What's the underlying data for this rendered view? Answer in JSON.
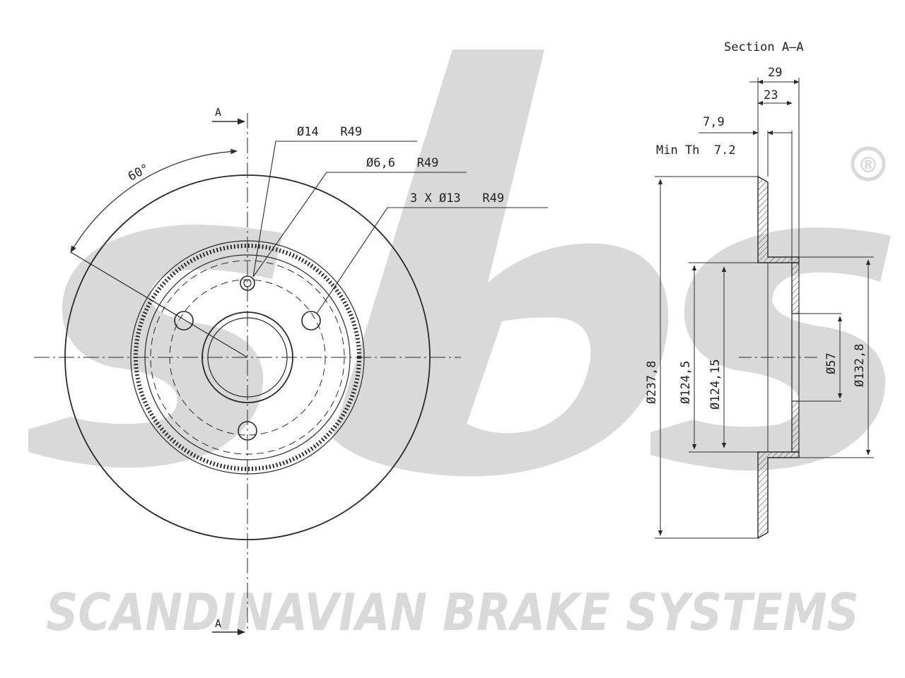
{
  "watermark": {
    "logo_text": "sbs",
    "registered_mark": "®",
    "tagline": "SCANDINAVIAN BRAKE SYSTEMS",
    "color": "#d9d9d9"
  },
  "front_view": {
    "section_marker_top": "A",
    "section_marker_bottom": "A",
    "angle_label": "60°",
    "callouts": {
      "hole_14": "Ø14   R49",
      "hole_6_6": "Ø6,6   R49",
      "holes_13": "3 X Ø13   R49"
    }
  },
  "section_view": {
    "title": "Section A—A",
    "dim_29": "29",
    "dim_23": "23",
    "dim_7_9": "7,9",
    "min_thickness": "Min Th  7.2",
    "dia_237_8": "Ø237,8",
    "dia_124_5": "Ø124,5",
    "dia_124_15": "Ø124,15",
    "dia_57": "Ø57",
    "dia_132_8": "Ø132,8"
  },
  "colors": {
    "line": "#2a2a2a",
    "hatch": "#555555",
    "watermark": "#d9d9d9"
  }
}
